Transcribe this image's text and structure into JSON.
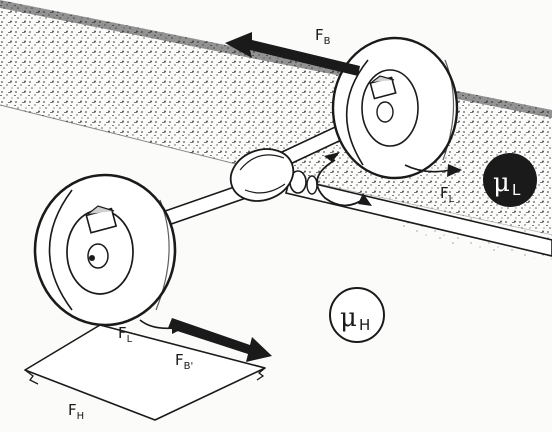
{
  "labels": {
    "fb_top": {
      "main": "F",
      "sub": "B"
    },
    "fl_right": {
      "main": "F",
      "sub": "L"
    },
    "fl_left": {
      "main": "F",
      "sub": "L"
    },
    "fb_prime": {
      "main": "F",
      "sub": "B'"
    },
    "fh": {
      "main": "F",
      "sub": "H"
    },
    "mu_low": {
      "main": "μ",
      "sub": "L"
    },
    "mu_high": {
      "main": "μ",
      "sub": "H"
    }
  },
  "colors": {
    "ink": "#1a1a1a",
    "road_texture": "#3a3a3a",
    "paper": "#fbfbfa",
    "mu_low_fill": "#1a1a1a",
    "mu_low_text": "#ffffff"
  }
}
